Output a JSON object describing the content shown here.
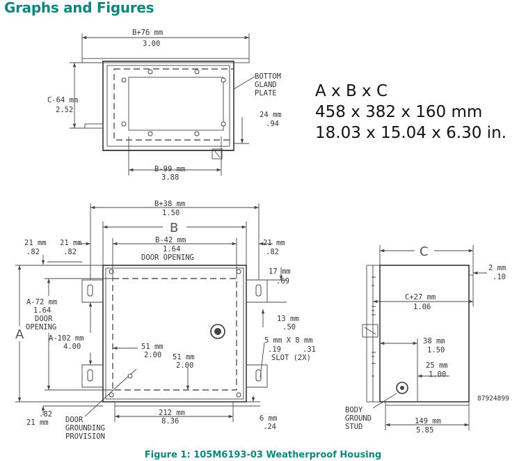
{
  "page": {
    "heading": "Graphs and Figures",
    "caption": "Figure 1:  105M6193-03 Weatherproof Housing",
    "colors": {
      "accent": "#11847b",
      "ink": "#333333"
    }
  },
  "spec": {
    "line1": "A x B x C",
    "line2": "458 x 382 x 160 mm",
    "line3": "18.03 x 15.04 x 6.30 in."
  },
  "top_view": {
    "width_top_mm": "B+76 mm",
    "width_top_in": "3.00",
    "depth_mm": "C-64 mm",
    "depth_in": "2.52",
    "gland_1": "BOTTOM",
    "gland_2": "GLAND",
    "gland_3": "PLATE",
    "flange_mm": "24 mm",
    "flange_in": ".94",
    "width_bottom_mm": "B-99 mm",
    "width_bottom_in": "3.88"
  },
  "front_view": {
    "b38_mm": "B+38 mm",
    "b38_in": "1.50",
    "b_letter": "B",
    "left_off_mm": "21 mm",
    "left_off_in": ".82",
    "left_off2_mm": "21 mm",
    "left_off2_in": ".82",
    "b42_mm": "B-42 mm",
    "b42_in": "1.64",
    "door_opening": "DOOR OPENING",
    "right_off_mm": "21 mm",
    "right_off_in": ".82",
    "tab_mm": "17 mm",
    "tab_in": ".69",
    "a72_mm": "A-72 mm",
    "a72_in": "1.64",
    "a72_door": "DOOR",
    "a72_opening": "OPENING",
    "a_letter": "A",
    "a102_mm": "A-102 mm",
    "a102_in": "4.00",
    "hole_mm": "13 mm",
    "hole_in": ".50",
    "slot_mm": "5 mm  X 8 mm",
    "slot_in1": ".19",
    "slot_in2": ".31",
    "slot_label": "SLOT (2X)",
    "d51a_mm": "51 mm",
    "d51a_in": "2.00",
    "d51b_mm": "51 mm",
    "d51b_in": "2.00",
    "bottom_off_in": ".82",
    "bottom_off_mm": "21 mm",
    "ground_1": "DOOR",
    "ground_2": "GROUNDING",
    "ground_3": "PROVISION",
    "d212_mm": "212 mm",
    "d212_in": "8.36",
    "d6_mm": "6 mm",
    "d6_in": ".24"
  },
  "side_view": {
    "c_letter": "C",
    "d2_mm": "2 mm",
    "d2_in": ".10",
    "c27_mm": "C+27 mm",
    "c27_in": "1.06",
    "d38_mm": "38 mm",
    "d38_in": "1.50",
    "d25_mm": "25 mm",
    "d25_in": "1.00",
    "stud_1": "BODY",
    "stud_2": "GROUND",
    "stud_3": "STUD",
    "d149_mm": "149 mm",
    "d149_in": "5.85",
    "drawing_no": "87924899"
  }
}
